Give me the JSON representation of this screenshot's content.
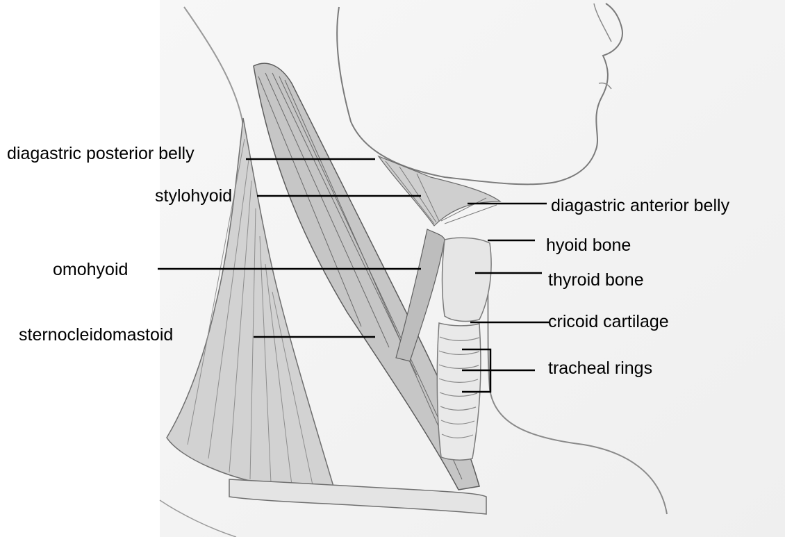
{
  "colors": {
    "background": "#ffffff",
    "label_text": "#000000",
    "leader_line": "#000000",
    "sketch_stroke": "#6f6f6f",
    "sketch_muscle": "#8a8a8a",
    "sketch_paper": "#f4f4f4"
  },
  "labels": {
    "diagastric_posterior_belly": "diagastric posterior belly",
    "stylohyoid": "stylohyoid",
    "omohyoid": "omohyoid",
    "sternocleidomastoid": "sternocleidomastoid",
    "diagastric_anterior_belly": "diagastric anterior belly",
    "hyoid_bone": "hyoid bone",
    "thyroid_bone": "thyroid bone",
    "cricoid_cartilage": "cricoid cartilage",
    "tracheal_rings": "tracheal rings"
  }
}
